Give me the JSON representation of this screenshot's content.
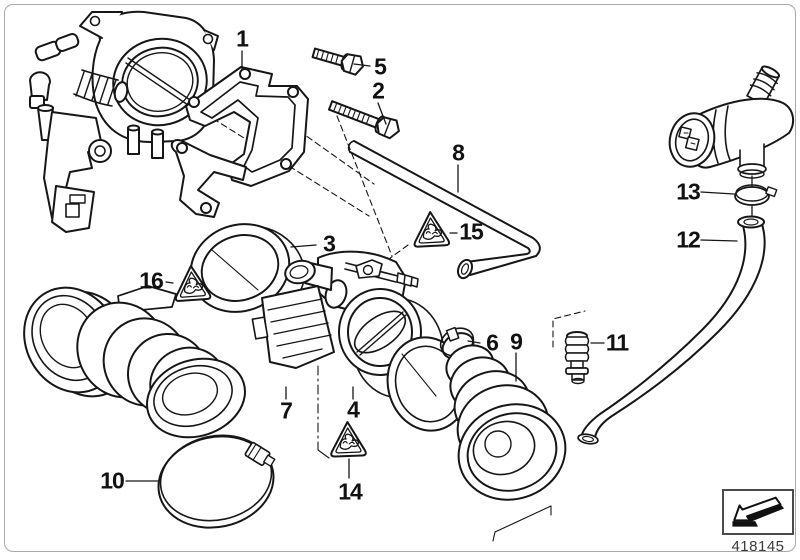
{
  "frame": {
    "background": "#ffffff",
    "border_color": "#a8a8a8",
    "line_color": "#161616"
  },
  "callouts": [
    {
      "label": "1"
    },
    {
      "label": "2"
    },
    {
      "label": "3"
    },
    {
      "label": "4"
    },
    {
      "label": "5"
    },
    {
      "label": "6"
    },
    {
      "label": "7"
    },
    {
      "label": "8"
    },
    {
      "label": "9"
    },
    {
      "label": "10"
    },
    {
      "label": "11"
    },
    {
      "label": "12"
    },
    {
      "label": "13"
    },
    {
      "label": "14"
    },
    {
      "label": "15"
    },
    {
      "label": "16"
    }
  ],
  "icons": {
    "warning_triangle": "triangle-with-squiggle-pictogram",
    "warning_triangle_count": 3,
    "nav_arrow": "arrow-down-left-3d"
  },
  "footer": {
    "part_number": "418145"
  }
}
